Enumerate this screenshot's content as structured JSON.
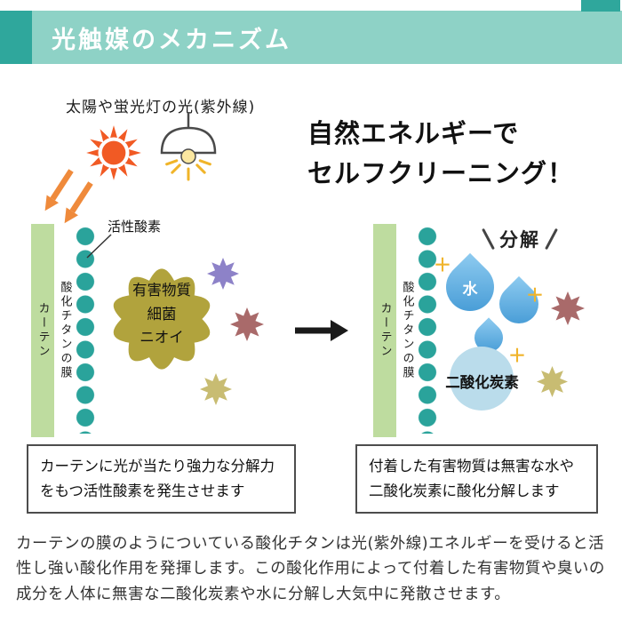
{
  "header": {
    "title": "光触媒のメカニズム"
  },
  "intro": {
    "light_label": "太陽や蛍光灯の光(紫外線)",
    "headline_line1": "自然エネルギーで",
    "headline_line2": "セルフクリーニング！"
  },
  "left_diagram": {
    "curtain_label": "カーテン",
    "film_label": "酸化チタンの膜",
    "active_oxygen_label": "活性酸素",
    "blob_lines": [
      "有害物質",
      "細菌",
      "ニオイ"
    ]
  },
  "right_diagram": {
    "curtain_label": "カーテン",
    "film_label": "酸化チタンの膜",
    "decompose_label": "分解",
    "water_label": "水",
    "co2_label": "二酸化炭素"
  },
  "captions": {
    "left_line1": "カーテンに光が当たり強力な分解力",
    "left_line2": "をもつ活性酸素を発生させます",
    "right_line1": "付着した有害物質は無害な水や",
    "right_line2": "二酸化炭素に酸化分解します"
  },
  "footer": {
    "paragraph": "カーテンの膜のようについている酸化チタンは光(紫外線)エネルギーを受けると活性し強い酸化作用を発揮します。この酸化作用によって付着した有害物質や臭いの成分を人体に無害な二酸化炭素や水に分解し大気中に発散させます。"
  },
  "icons": {
    "sparkle_glyph": "＋"
  },
  "colors": {
    "banner": "#8ed2c6",
    "banner_dark": "#2fa79c",
    "sun": "#f15a24",
    "uv_arrow": "#ef8a3b",
    "lamp_yellow": "#f0b429",
    "curtain_green": "#bedc9f",
    "dot_teal": "#2aa39b",
    "blob_khaki": "#b1a33d",
    "germ_purple": "#8d82c8",
    "germ_maroon": "#a96a6a",
    "germ_khaki": "#c8bc72",
    "drop_blue_light": "#8ecbf0",
    "drop_blue": "#3e96d3",
    "co2_blue": "#badceb",
    "sparkle_gold": "#f0b42c"
  }
}
